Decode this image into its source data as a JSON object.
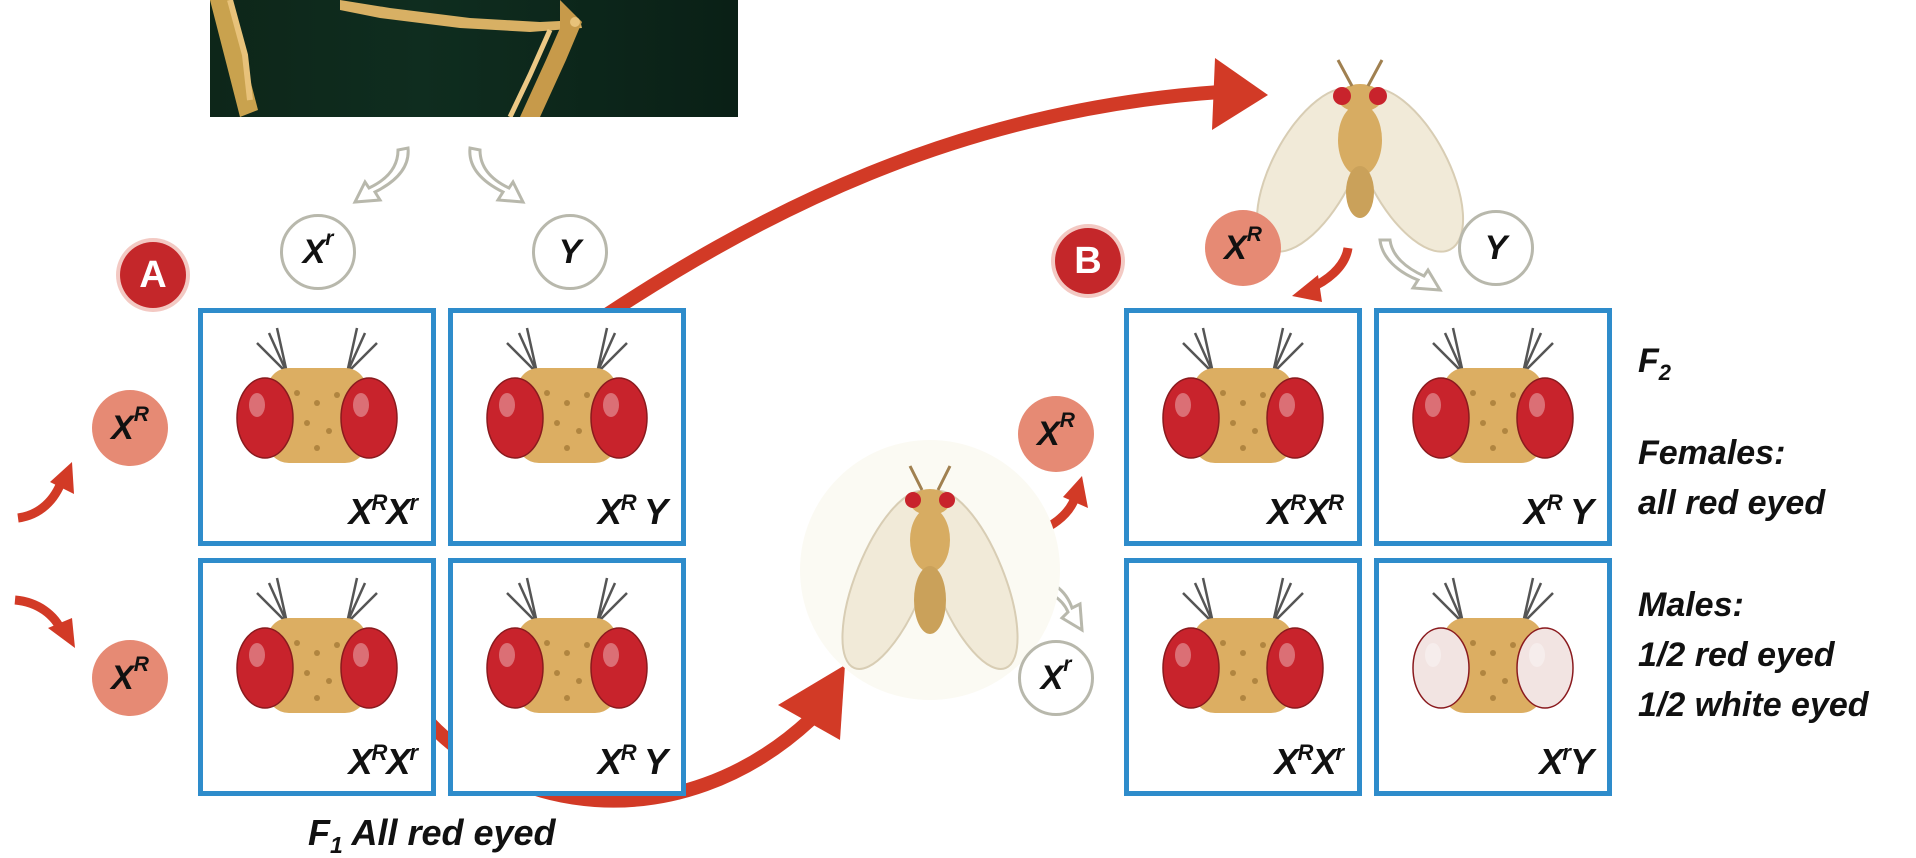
{
  "crossA": {
    "badge": "A",
    "top_gametes": [
      {
        "base": "X",
        "sup": "r"
      },
      {
        "base": "Y",
        "sup": ""
      }
    ],
    "left_gametes": [
      {
        "base": "X",
        "sup": "R"
      },
      {
        "base": "X",
        "sup": "R"
      }
    ],
    "cells": [
      {
        "genotype": [
          {
            "t": "X"
          },
          {
            "s": "R"
          },
          {
            "t": "X"
          },
          {
            "s": "r"
          }
        ],
        "eye_color": "#c8232c"
      },
      {
        "genotype": [
          {
            "t": "X"
          },
          {
            "s": "R"
          },
          {
            "t": " Y"
          }
        ],
        "eye_color": "#c8232c"
      },
      {
        "genotype": [
          {
            "t": "X"
          },
          {
            "s": "R"
          },
          {
            "t": "X"
          },
          {
            "s": "r"
          }
        ],
        "eye_color": "#c8232c"
      },
      {
        "genotype": [
          {
            "t": "X"
          },
          {
            "s": "R"
          },
          {
            "t": " Y"
          }
        ],
        "eye_color": "#c8232c"
      }
    ],
    "caption": {
      "prefix": "F",
      "sub": "1",
      "rest": " All red eyed"
    }
  },
  "crossB": {
    "badge": "B",
    "top_gametes": [
      {
        "base": "X",
        "sup": "R"
      },
      {
        "base": "Y",
        "sup": ""
      }
    ],
    "left_gametes": [
      {
        "base": "X",
        "sup": "R"
      },
      {
        "base": "X",
        "sup": "r"
      }
    ],
    "cells": [
      {
        "genotype": [
          {
            "t": "X"
          },
          {
            "s": "R"
          },
          {
            "t": "X"
          },
          {
            "s": "R"
          }
        ],
        "eye_color": "#c8232c"
      },
      {
        "genotype": [
          {
            "t": "X"
          },
          {
            "s": "R"
          },
          {
            "t": " Y"
          }
        ],
        "eye_color": "#c8232c"
      },
      {
        "genotype": [
          {
            "t": "X"
          },
          {
            "s": "R"
          },
          {
            "t": "X"
          },
          {
            "s": "r"
          }
        ],
        "eye_color": "#c8232c"
      },
      {
        "genotype": [
          {
            "t": "X"
          },
          {
            "s": "r"
          },
          {
            "t": "Y"
          }
        ],
        "eye_color": "#f2e4e2"
      }
    ]
  },
  "results": {
    "generation": {
      "prefix": "F",
      "sub": "2"
    },
    "females_heading": "Females:",
    "females_text": "all red eyed",
    "males_heading": "Males:",
    "males_line1": "1/2 red eyed",
    "males_line2": "1/2 white eyed"
  },
  "colors": {
    "grid_border": "#2e8ccb",
    "arrow_red": "#d23a26",
    "badge_red": "#c4272a",
    "gamete_red": "#e68a74",
    "white_eye": "#f2e4e2",
    "red_eye": "#c8232c"
  },
  "icons": [
    "fly-head-icon",
    "fruit-fly-icon",
    "curved-arrow-icon"
  ]
}
